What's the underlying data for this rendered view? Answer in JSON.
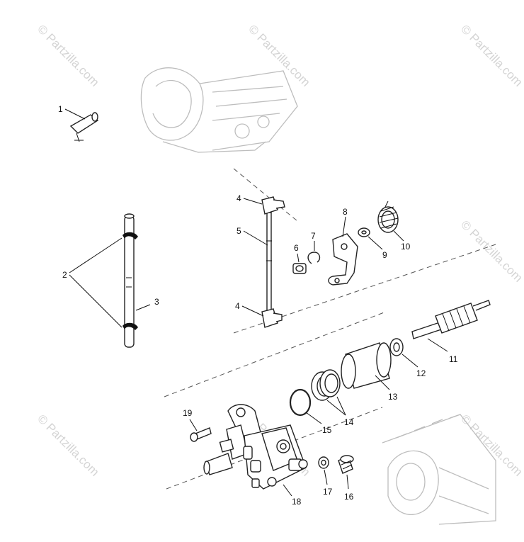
{
  "watermark": {
    "text": "© Partzilla.com",
    "color": "#d4d4d4"
  },
  "callouts": {
    "c1": "1",
    "c2": "2",
    "c3": "3",
    "c4a": "4",
    "c4b": "4",
    "c5": "5",
    "c6": "6",
    "c7": "7",
    "c8": "8",
    "c9": "9",
    "c10": "10",
    "c11": "11",
    "c12": "12",
    "c13": "13",
    "c14": "14",
    "c15": "15",
    "c16": "16",
    "c17": "17",
    "c18": "18",
    "c19": "19"
  }
}
